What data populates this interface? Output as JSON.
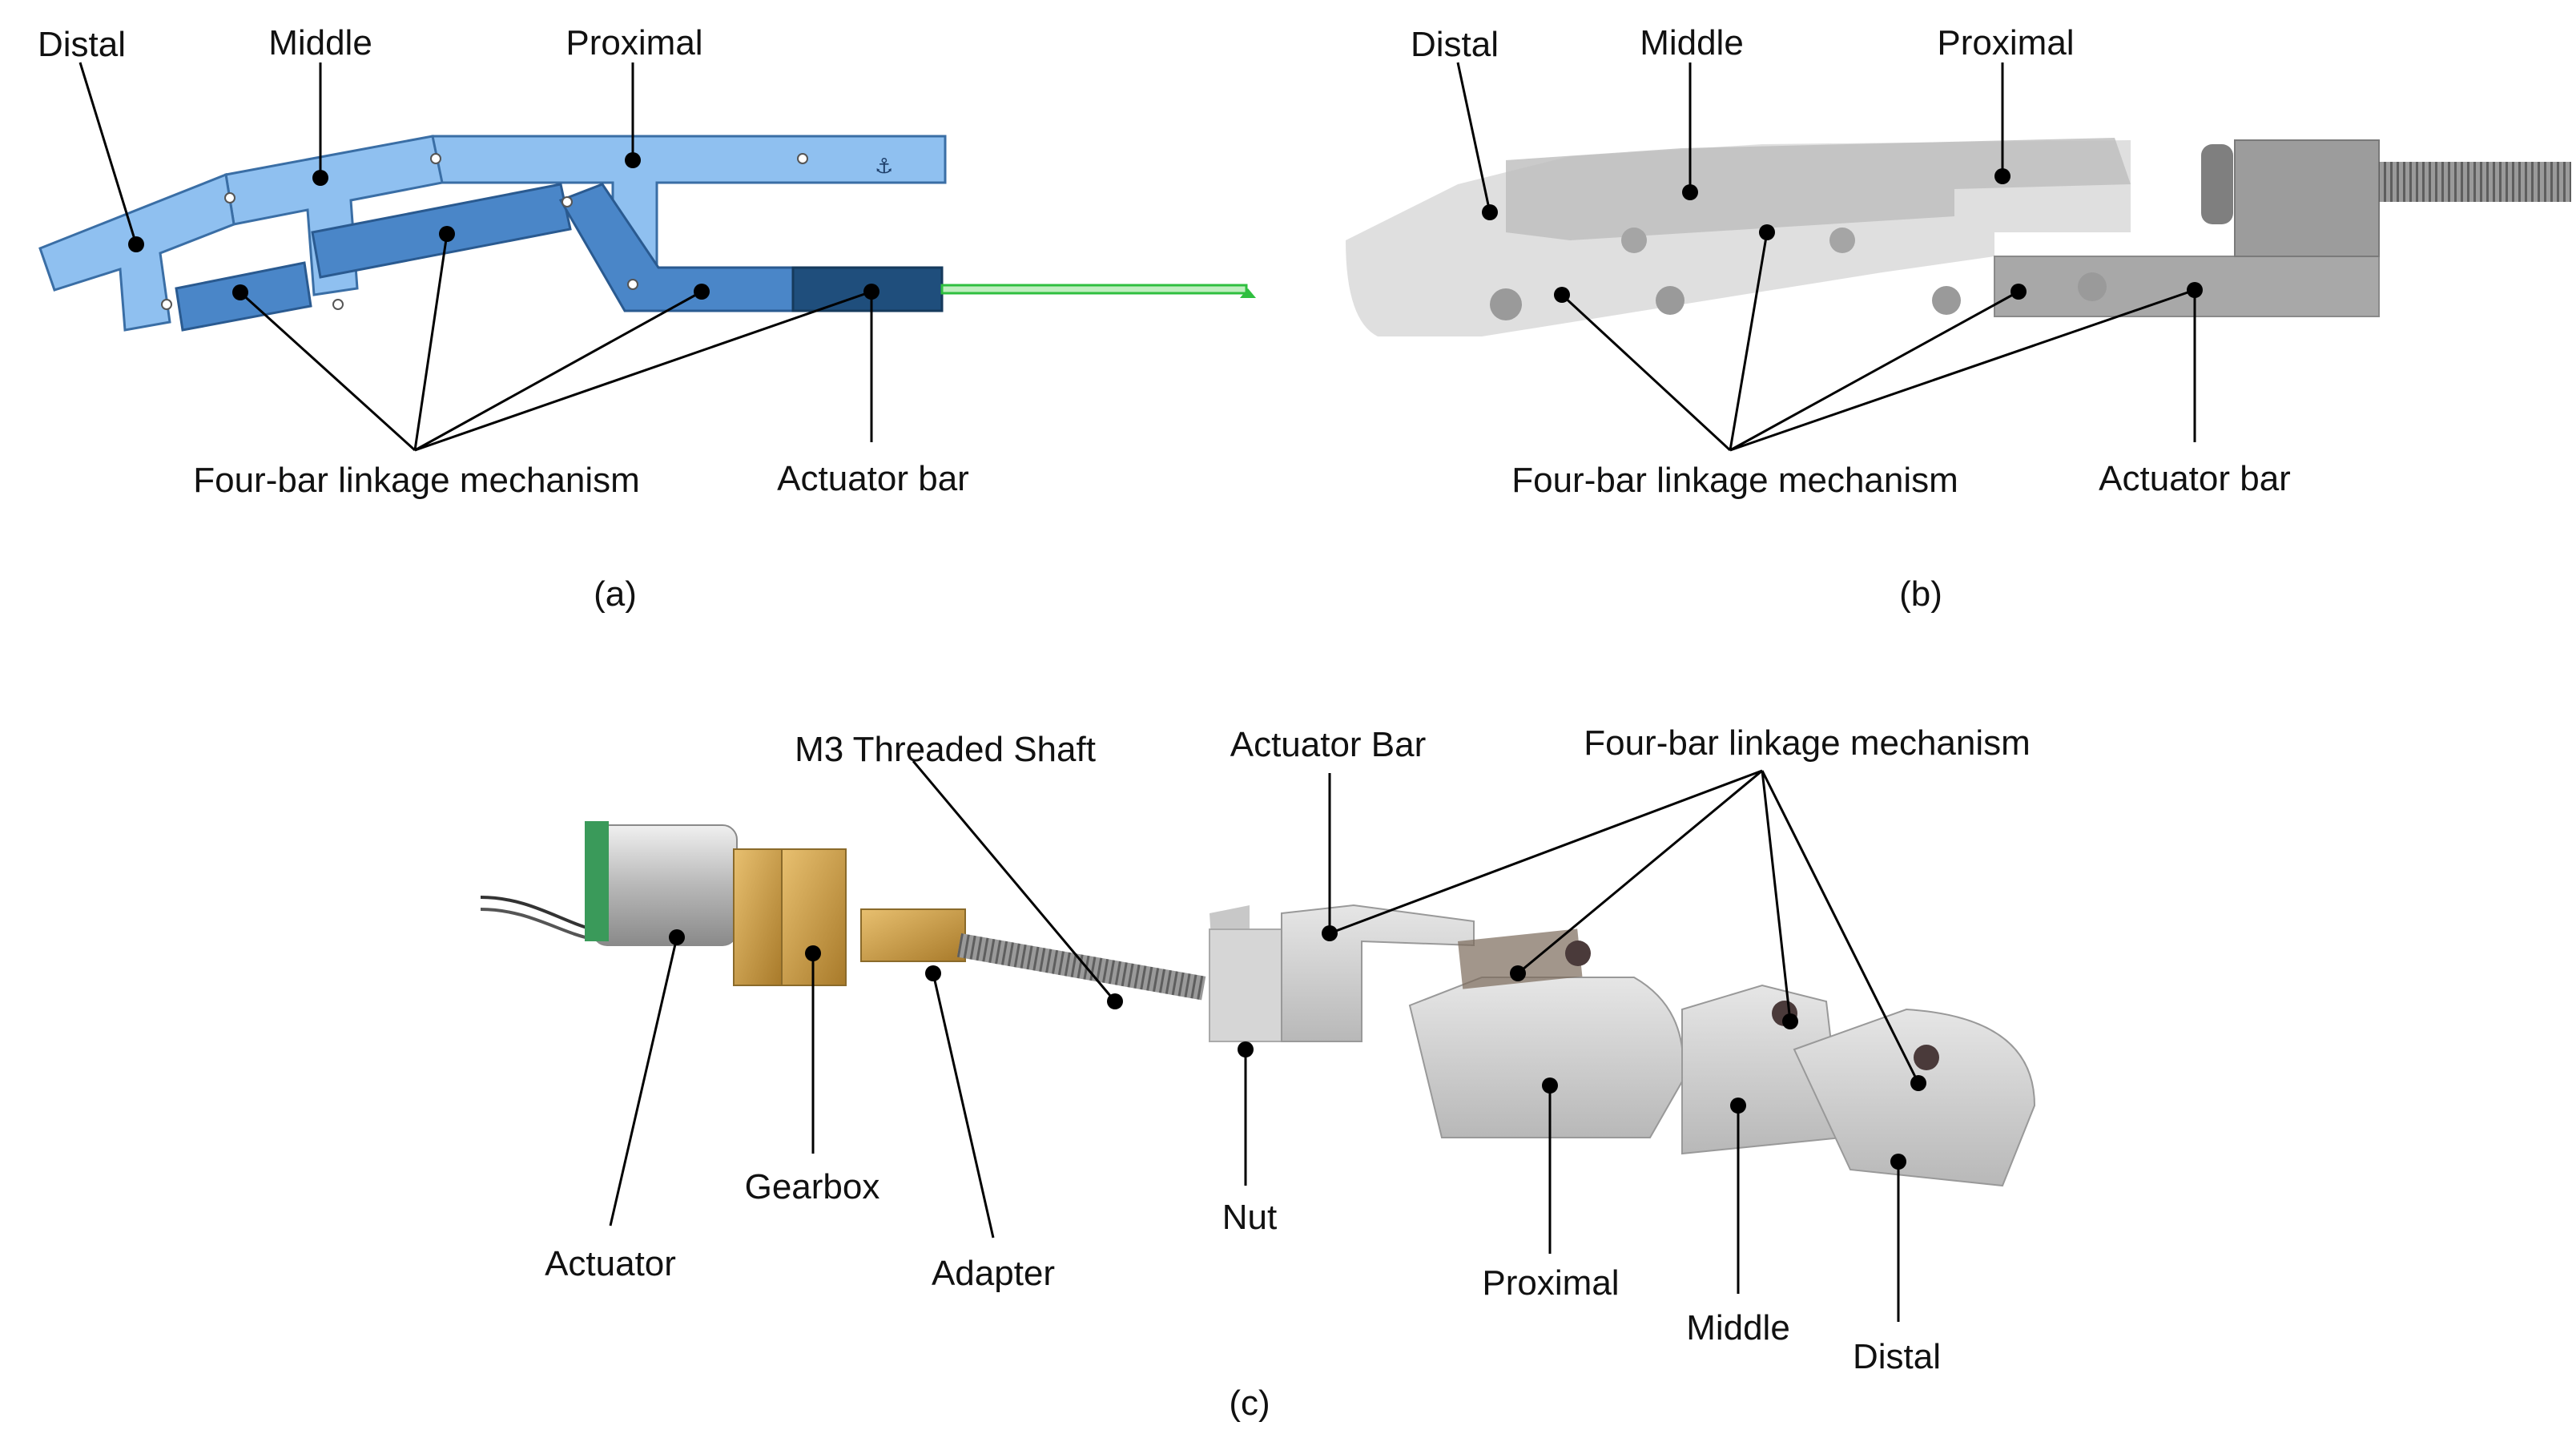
{
  "panel_a": {
    "caption": "(a)",
    "labels": {
      "distal": "Distal",
      "middle": "Middle",
      "proximal": "Proximal",
      "fourbar": "Four-bar linkage mechanism",
      "actuator_bar": "Actuator bar"
    },
    "colors": {
      "light": "#8fc0f0",
      "mid": "#4a86c8",
      "dark": "#1f4e7c",
      "rod": "#2fbf3f"
    }
  },
  "panel_b": {
    "caption": "(b)",
    "labels": {
      "distal": "Distal",
      "middle": "Middle",
      "proximal": "Proximal",
      "fourbar": "Four-bar linkage mechanism",
      "actuator_bar": "Actuator bar"
    }
  },
  "panel_c": {
    "caption": "(c)",
    "labels": {
      "m3_shaft": "M3 Threaded Shaft",
      "actuator_bar": "Actuator Bar",
      "fourbar": "Four-bar linkage mechanism",
      "actuator": "Actuator",
      "gearbox": "Gearbox",
      "adapter": "Adapter",
      "nut": "Nut",
      "proximal": "Proximal",
      "middle": "Middle",
      "distal": "Distal"
    }
  }
}
